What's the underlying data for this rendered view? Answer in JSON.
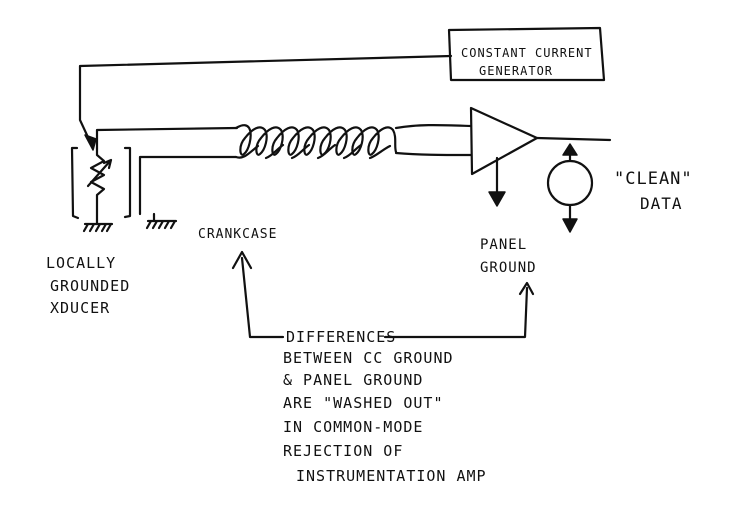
{
  "labels": {
    "generator_line1": "CONSTANT CURRENT",
    "generator_line2": "GENERATOR",
    "clean_quoted": "\"CLEAN\"",
    "data": "DATA",
    "crankcase": "CRANKCASE",
    "panel": "PANEL",
    "ground": "GROUND",
    "xducer_line1": "LOCALLY",
    "xducer_line2": "GROUNDED",
    "xducer_line3": "XDUCER",
    "note_line1": "DIFFERENCES",
    "note_line2": "BETWEEN CC GROUND",
    "note_line3": "& PANEL GROUND",
    "note_line4": "ARE \"WASHED OUT\"",
    "note_line5": "IN COMMON-MODE",
    "note_line6": "REJECTION OF",
    "note_line7": "INSTRUMENTATION AMP"
  },
  "colors": {
    "ink": "#111111",
    "paper": "#ffffff"
  }
}
